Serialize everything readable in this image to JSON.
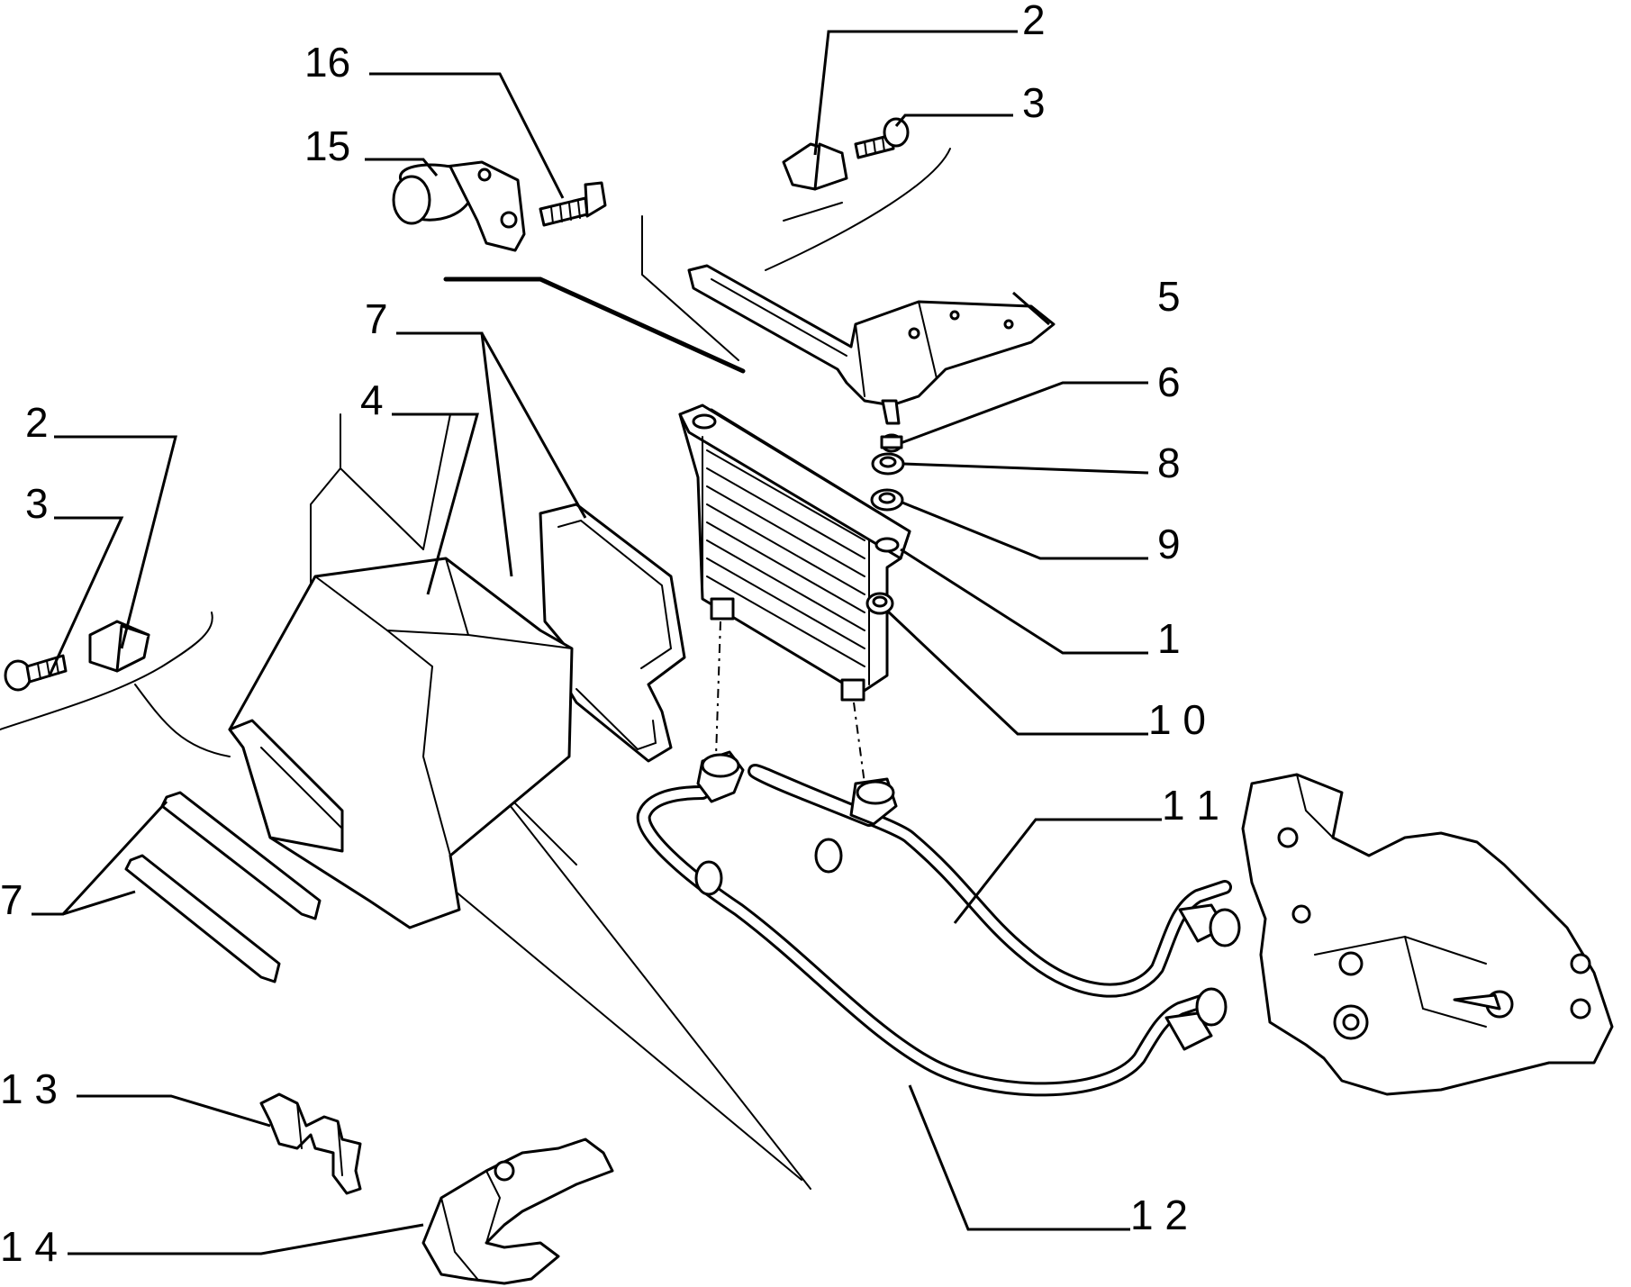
{
  "labels": {
    "l1": "1",
    "l2_top": "2",
    "l2_left": "2",
    "l3_top": "3",
    "l3_left": "3",
    "l4": "4",
    "l5": "5",
    "l6": "6",
    "l7_top": "7",
    "l7_left": "7",
    "l8": "8",
    "l9": "9",
    "l10": "1 0",
    "l11": "1 1",
    "l12": "1 2",
    "l13": "1 3",
    "l14": "1 4",
    "l15": "15",
    "l16": "16"
  }
}
